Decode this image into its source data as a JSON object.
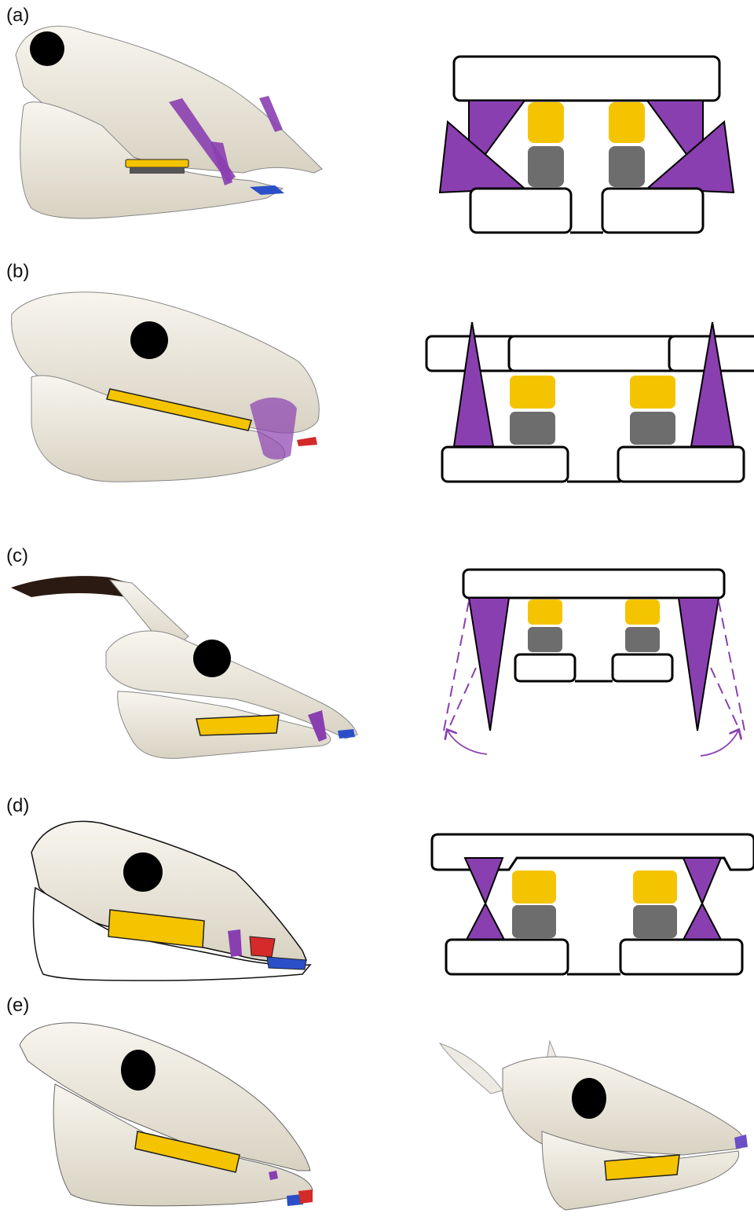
{
  "panels": [
    {
      "label": "(a)"
    },
    {
      "label": "(b)"
    },
    {
      "label": "(c)"
    },
    {
      "label": "(d)"
    },
    {
      "label": "(e)"
    }
  ],
  "colors": {
    "bone": "#ece8dc",
    "bone_shadow": "#cfc9b8",
    "molar_yellow": "#f5c400",
    "molar_gray": "#6d6d6d",
    "canine_purple": "#8a3fb0",
    "incisor_blue": "#2a4fc8",
    "incisor_red": "#d42a2a",
    "outline": "#111111",
    "orbit": "#000000"
  }
}
